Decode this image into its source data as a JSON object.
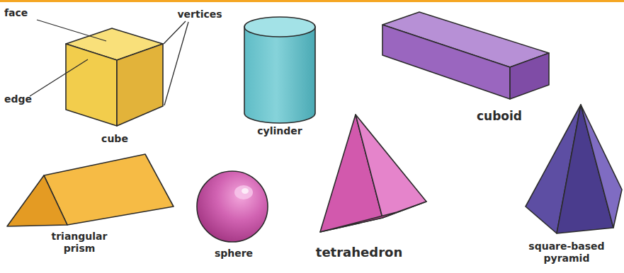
{
  "diagram": {
    "labels": [
      "face",
      "vertices",
      "edge",
      "cube",
      "cylinder",
      "cuboid",
      "triangular prism",
      "sphere",
      "tetrahedron",
      "square-based pyramid"
    ]
  }
}
